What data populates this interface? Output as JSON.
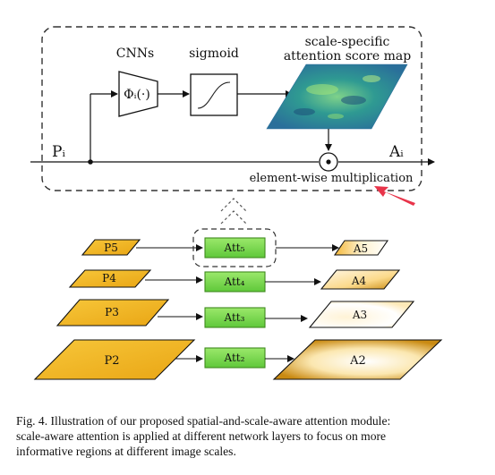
{
  "top_module": {
    "cnn_label": "CNNs",
    "cnn_symbol": "Φᵢ(·)",
    "sigmoid_label": "sigmoid",
    "map_label_line1": "scale-specific",
    "map_label_line2": "attention score map",
    "input_label": "Pᵢ",
    "output_label": "Aᵢ",
    "multiply_symbol": "⊙",
    "multiply_label": "element-wise multiplication"
  },
  "pyramid": {
    "inputs": [
      "P5",
      "P4",
      "P3",
      "P2"
    ],
    "attention": [
      "Att₅",
      "Att₄",
      "Att₃",
      "Att₂"
    ],
    "outputs": [
      "A5",
      "A4",
      "A3",
      "A2"
    ]
  },
  "caption": {
    "line1": "Fig. 4.  Illustration of our proposed spatial-and-scale-aware attention module:",
    "line2": "scale-aware attention is applied at different network layers to focus on more",
    "line3": "informative regions at different image scales."
  },
  "colors": {
    "input_fill": "#f1b21d",
    "att_fill": "#7ed957",
    "att_stroke": "#3f8a1e",
    "highlight_arrow": "#e8344a",
    "map_fill": "#2e8f94"
  }
}
